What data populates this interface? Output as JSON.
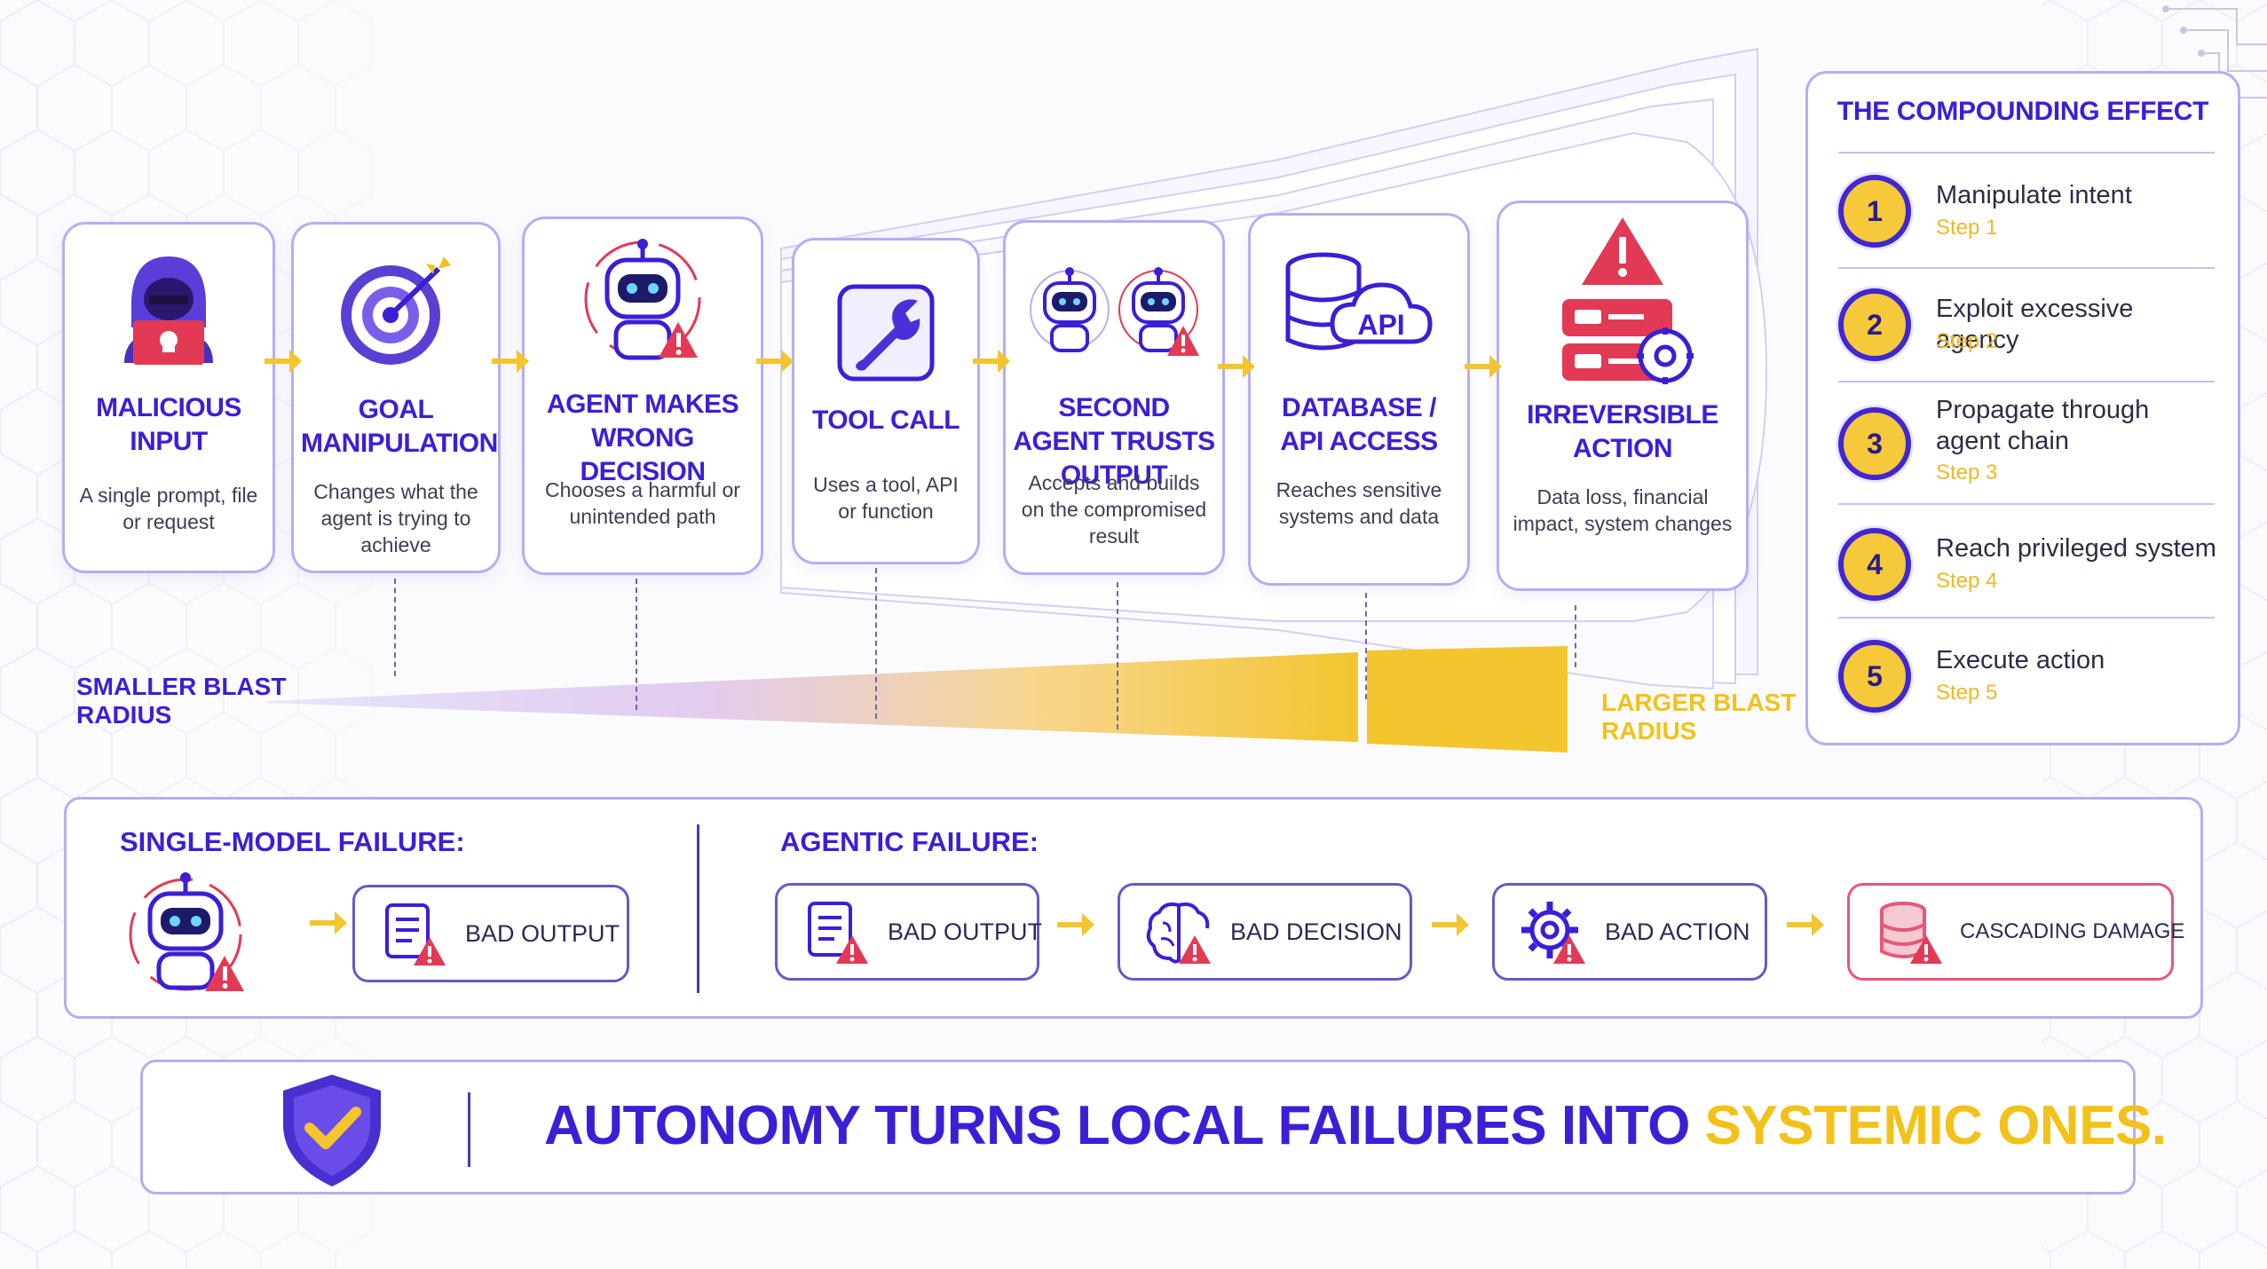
{
  "steps": [
    {
      "title": "MALICIOUS INPUT",
      "desc": "A single prompt, file or request",
      "icon": "hacker-icon"
    },
    {
      "title": "GOAL MANIPULATION",
      "desc": "Changes what the agent is trying to achieve",
      "icon": "target-icon"
    },
    {
      "title": "AGENT MAKES WRONG DECISION",
      "desc": "Chooses a harmful or unintended path",
      "icon": "robot-warning-icon"
    },
    {
      "title": "TOOL CALL",
      "desc": "Uses a tool, API or function",
      "icon": "wrench-icon"
    },
    {
      "title": "SECOND AGENT TRUSTS OUTPUT",
      "desc": "Accepts and builds on the compromised result",
      "icon": "two-robots-icon"
    },
    {
      "title": "DATABASE / API ACCESS",
      "desc": "Reaches sensitive systems and data",
      "icon": "database-api-icon",
      "api_label": "API"
    },
    {
      "title": "IRREVERSIBLE ACTION",
      "desc": "Data loss, financial impact, system changes",
      "icon": "server-alert-icon"
    }
  ],
  "blast": {
    "smaller": "SMALLER BLAST RADIUS",
    "larger": "LARGER BLAST RADIUS"
  },
  "compounding": {
    "title": "THE COMPOUNDING EFFECT",
    "items": [
      {
        "num": "1",
        "text": "Manipulate intent",
        "sub": "Step 1"
      },
      {
        "num": "2",
        "text": "Exploit excessive agency",
        "sub": "Step 2"
      },
      {
        "num": "3",
        "text": "Propagate through agent chain",
        "sub": "Step 3"
      },
      {
        "num": "4",
        "text": "Reach privileged system",
        "sub": "Step 4"
      },
      {
        "num": "5",
        "text": "Execute action",
        "sub": "Step 5"
      }
    ]
  },
  "failures": {
    "single_head": "SINGLE-MODEL FAILURE:",
    "agentic_head": "AGENTIC FAILURE:",
    "single_output": "BAD OUTPUT",
    "agentic": [
      "BAD OUTPUT",
      "BAD DECISION",
      "BAD ACTION",
      "CASCADING DAMAGE"
    ]
  },
  "banner": {
    "main": "AUTONOMY TURNS LOCAL FAILURES INTO ",
    "highlight": "SYSTEMIC ONES."
  },
  "colors": {
    "brand": "#3b1fd6",
    "accent_yellow": "#f2c21a",
    "border": "#b6aef0",
    "danger": "#e23a55"
  }
}
